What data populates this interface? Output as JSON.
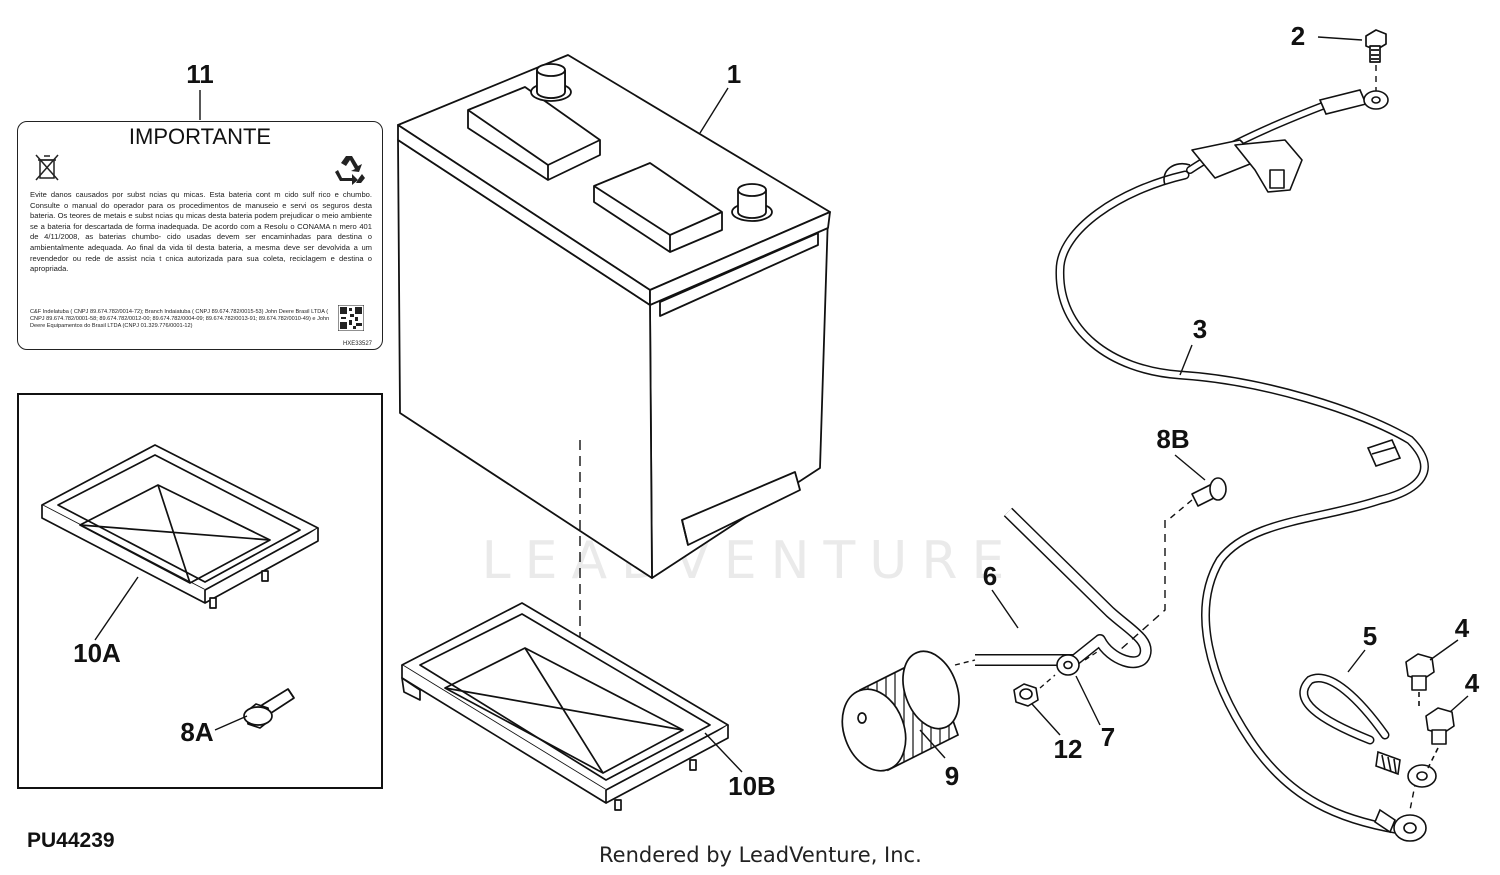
{
  "diagram_id": "PU44239",
  "credit": "Rendered by LeadVenture, Inc.",
  "watermark": "LEADVENTURE",
  "callouts": {
    "c1": "1",
    "c2": "2",
    "c3": "3",
    "c4a": "4",
    "c4b": "4",
    "c5": "5",
    "c6": "6",
    "c7": "7",
    "c8a": "8A",
    "c8b": "8B",
    "c9": "9",
    "c10a": "10A",
    "c10b": "10B",
    "c11": "11",
    "c12": "12"
  },
  "warning_label": {
    "title": "IMPORTANTE",
    "body": "Evite danos causados por subst ncias qu micas. Esta bateria cont m cido sulf rico e chumbo. Consulte o manual do operador para os procedimentos de manuseio e servi os seguros desta bateria. Os teores de metais e subst ncias qu micas desta bateria podem prejudicar o meio ambiente se a bateria for descartada de forma inadequada. De acordo com a Resolu o CONAMA n mero 401 de 4/11/2008, as baterias chumbo- cido usadas devem ser encaminhadas para destina o ambientalmente adequada. Ao final da vida til desta bateria, a mesma deve ser devolvida a um revendedor ou rede de assist ncia t cnica autorizada para sua coleta, reciclagem e destina o apropriada.",
    "fine_print": "C&F Indelatuba ( CNPJ 89.674.782/0014-72); Branch Indaiatuba ( CNPJ 89.674.782/0015-53) John Deere Brasil LTDA ( CNPJ 89.674.782/0001-58; 89.674.782/0012-00; 89.674.782/0004-09; 89.674.782/0013-91; 89.674.782/0010-49) e John Deere Equipamentos do Brasil LTDA (CNPJ 01.329.776/0001-12)",
    "code": "HXE33527"
  }
}
